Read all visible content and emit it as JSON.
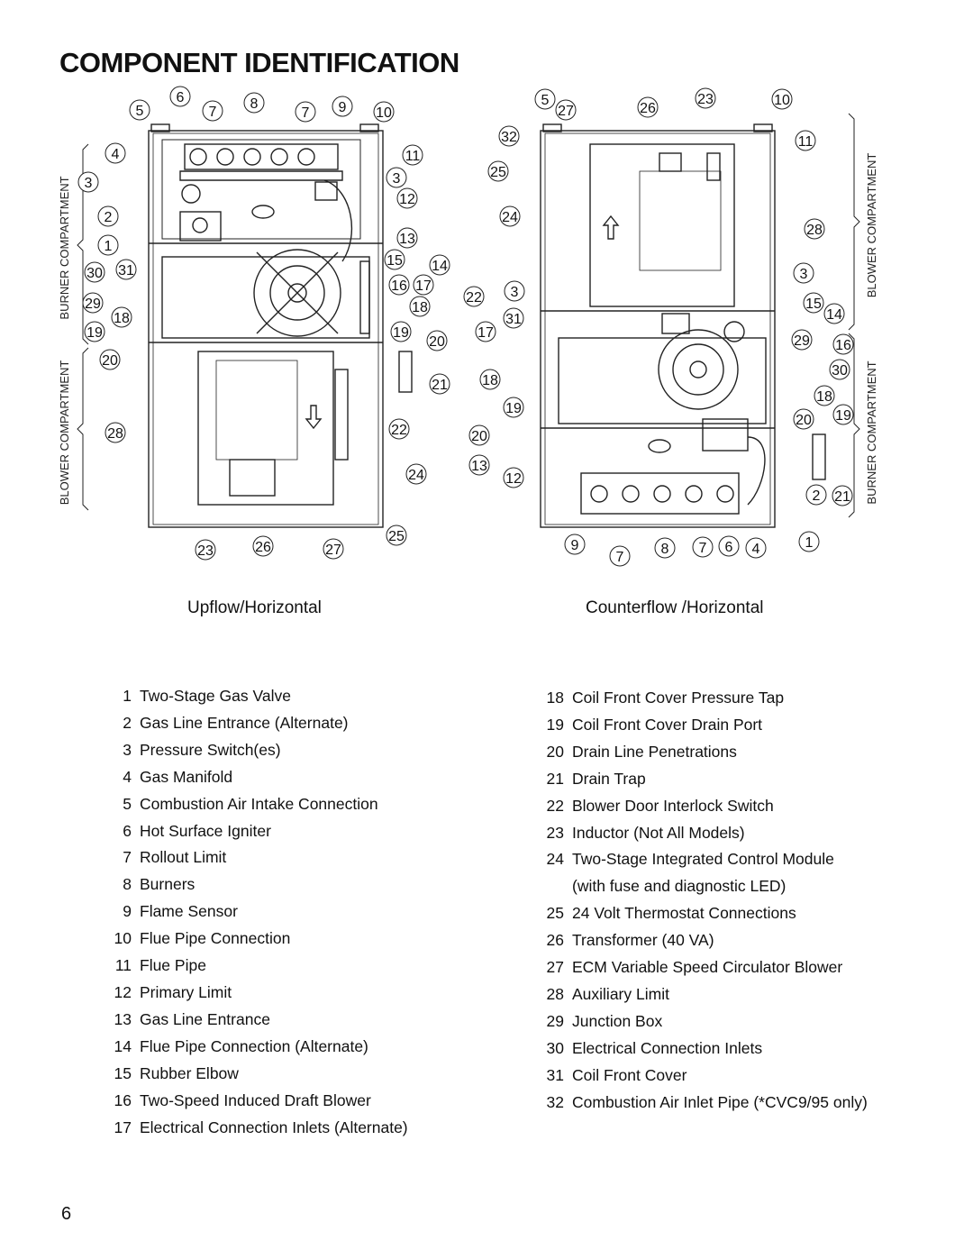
{
  "title": "COMPONENT IDENTIFICATION",
  "figures": {
    "left_caption": "Upflow/Horizontal",
    "right_caption": "Counterflow /Horizontal",
    "left_side_labels": [
      "BURNER COMPARTMENT",
      "BLOWER COMPARTMENT"
    ],
    "right_side_labels": [
      "BLOWER COMPARTMENT",
      "BURNER COMPARTMENT"
    ],
    "left_callouts": [
      "5",
      "6",
      "7",
      "8",
      "7",
      "9",
      "10",
      "4",
      "11",
      "3",
      "3",
      "12",
      "2",
      "13",
      "1",
      "15",
      "14",
      "30",
      "31",
      "16",
      "17",
      "29",
      "18",
      "18",
      "19",
      "19",
      "20",
      "20",
      "21",
      "28",
      "22",
      "24",
      "25",
      "23",
      "26",
      "27"
    ],
    "right_callouts": [
      "5",
      "27",
      "26",
      "23",
      "10",
      "32",
      "11",
      "25",
      "24",
      "28",
      "3",
      "22",
      "3",
      "15",
      "14",
      "31",
      "17",
      "29",
      "16",
      "30",
      "18",
      "18",
      "19",
      "20",
      "19",
      "20",
      "13",
      "12",
      "2",
      "21",
      "9",
      "7",
      "8",
      "7",
      "6",
      "4",
      "1"
    ]
  },
  "components": [
    {
      "num": "1",
      "name": "Two-Stage Gas Valve"
    },
    {
      "num": "2",
      "name": "Gas Line Entrance (Alternate)"
    },
    {
      "num": "3",
      "name": "Pressure Switch(es)"
    },
    {
      "num": "4",
      "name": "Gas Manifold"
    },
    {
      "num": "5",
      "name": "Combustion Air Intake Connection"
    },
    {
      "num": "6",
      "name": "Hot Surface Igniter"
    },
    {
      "num": "7",
      "name": "Rollout Limit"
    },
    {
      "num": "8",
      "name": "Burners"
    },
    {
      "num": "9",
      "name": "Flame Sensor"
    },
    {
      "num": "10",
      "name": "Flue Pipe Connection"
    },
    {
      "num": "11",
      "name": "Flue Pipe"
    },
    {
      "num": "12",
      "name": "Primary Limit"
    },
    {
      "num": "13",
      "name": "Gas Line Entrance"
    },
    {
      "num": "14",
      "name": "Flue Pipe Connection (Alternate)"
    },
    {
      "num": "15",
      "name": "Rubber Elbow"
    },
    {
      "num": "16",
      "name": "Two-Speed Induced Draft Blower"
    },
    {
      "num": "17",
      "name": "Electrical Connection Inlets (Alternate)"
    },
    {
      "num": "18",
      "name": "Coil Front Cover Pressure Tap"
    },
    {
      "num": "19",
      "name": "Coil Front Cover Drain Port"
    },
    {
      "num": "20",
      "name": "Drain Line Penetrations"
    },
    {
      "num": "21",
      "name": "Drain Trap"
    },
    {
      "num": "22",
      "name": "Blower Door Interlock Switch"
    },
    {
      "num": "23",
      "name": "Inductor (Not All Models)"
    },
    {
      "num": "24",
      "name": "Two-Stage Integrated Control Module",
      "name_line2": "(with fuse and diagnostic LED)"
    },
    {
      "num": "25",
      "name": "24 Volt Thermostat Connections"
    },
    {
      "num": "26",
      "name": "Transformer (40 VA)"
    },
    {
      "num": "27",
      "name": "ECM Variable Speed Circulator Blower"
    },
    {
      "num": "28",
      "name": "Auxiliary Limit"
    },
    {
      "num": "29",
      "name": "Junction Box"
    },
    {
      "num": "30",
      "name": "Electrical Connection Inlets"
    },
    {
      "num": "31",
      "name": "Coil Front Cover"
    },
    {
      "num": "32",
      "name": "Combustion Air Inlet Pipe (*CVC9/95 only)"
    }
  ],
  "page_number": "6"
}
